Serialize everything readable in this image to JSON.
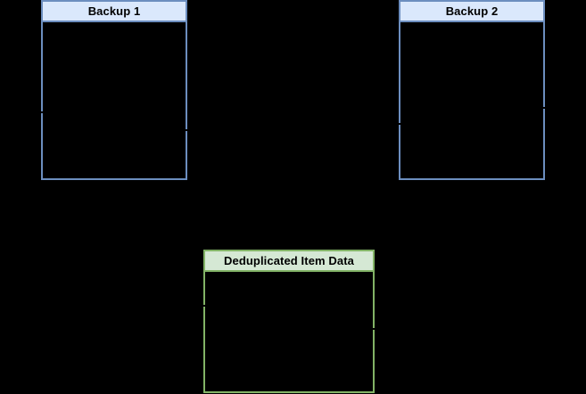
{
  "diagram": {
    "background_color": "#000000",
    "nodes": [
      {
        "id": "backup-1",
        "title": "Backup 1",
        "border_color": "#6c8ebf",
        "header_fill": "#dae8fc",
        "body_fill": "#000000",
        "text_color": "#000000"
      },
      {
        "id": "backup-2",
        "title": "Backup 2",
        "border_color": "#6c8ebf",
        "header_fill": "#dae8fc",
        "body_fill": "#000000",
        "text_color": "#000000"
      },
      {
        "id": "deduplicated-item-data",
        "title": "Deduplicated Item Data",
        "border_color": "#82b366",
        "header_fill": "#d5e8d4",
        "body_fill": "#000000",
        "text_color": "#000000"
      }
    ]
  }
}
